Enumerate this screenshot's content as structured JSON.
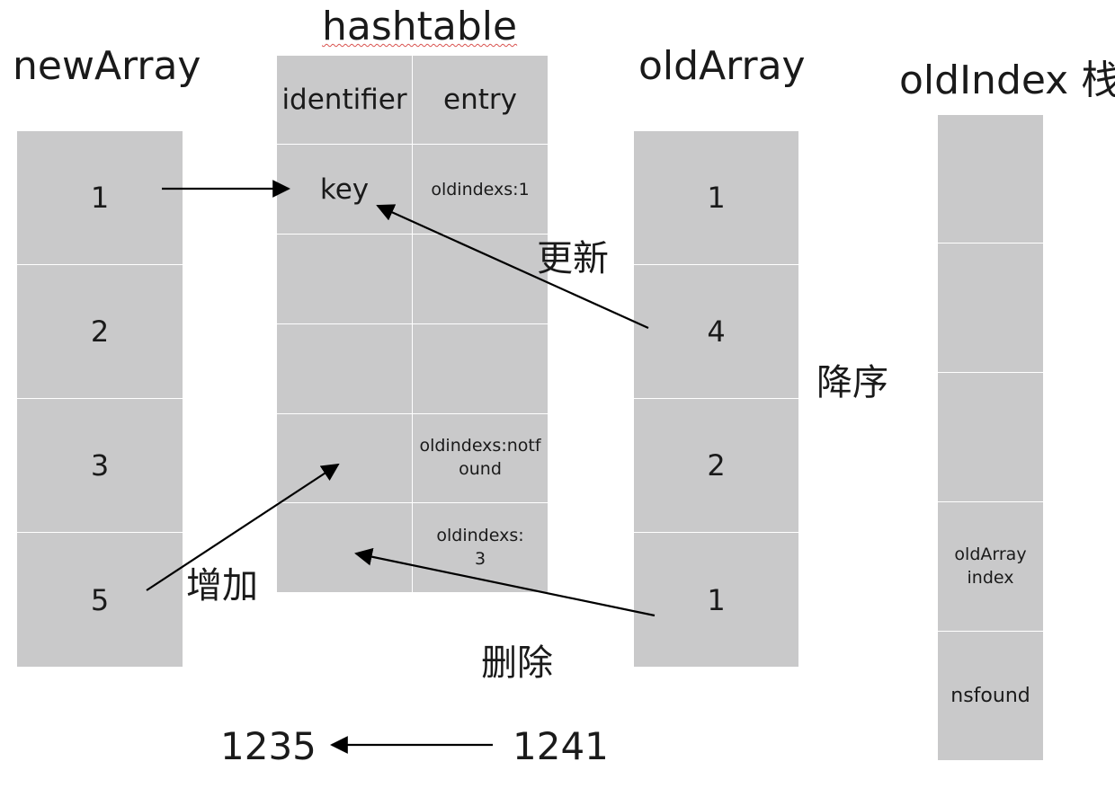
{
  "titles": {
    "new_array": "newArray",
    "hashtable": "hashtable",
    "old_array": "oldArray",
    "old_index": "oldIndex 栈"
  },
  "new_array": {
    "cells": [
      "1",
      "2",
      "3",
      "5"
    ]
  },
  "old_array": {
    "cells": [
      "1",
      "4",
      "2",
      "1"
    ]
  },
  "hashtable": {
    "headers": [
      "identifier",
      "entry"
    ],
    "rows": [
      {
        "identifier": "key",
        "entry": "oldindexs:1"
      },
      {
        "identifier": "",
        "entry": ""
      },
      {
        "identifier": "",
        "entry": ""
      },
      {
        "identifier": "",
        "entry": "oldindexs:notf\nound"
      },
      {
        "identifier": "",
        "entry": "oldindexs:\n3"
      }
    ]
  },
  "old_index_stack": {
    "cells": [
      "",
      "",
      "",
      "oldArray\nindex",
      "nsfound"
    ]
  },
  "labels": {
    "update": "更新",
    "descending": "降序",
    "add": "增加",
    "delete": "删除"
  },
  "bottom": {
    "left": "1235",
    "right": "1241"
  },
  "colors": {
    "cell_fill": "#c9c9ca",
    "stroke": "#000000"
  }
}
